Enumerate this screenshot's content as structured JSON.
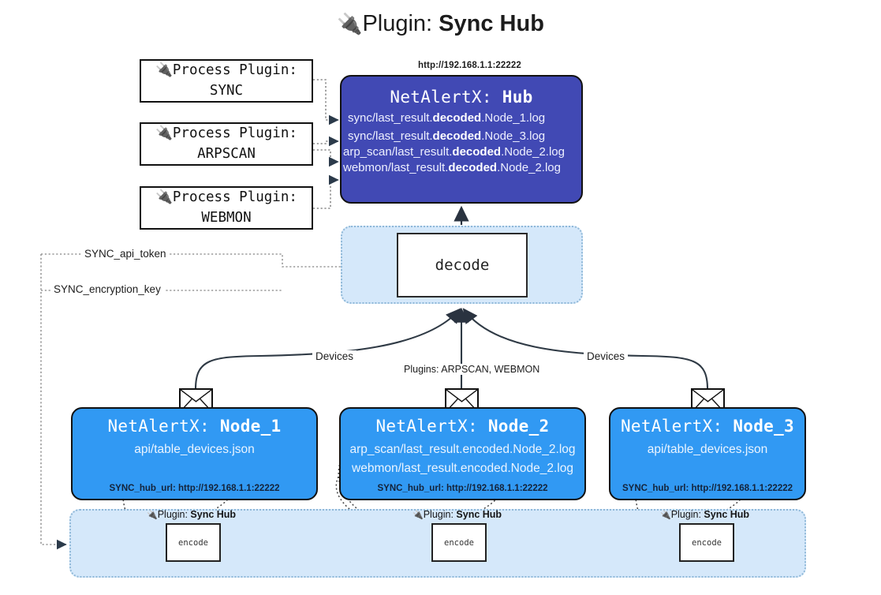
{
  "header": {
    "plug_icon": "electric-plug-icon",
    "prefix": "Plugin: ",
    "name": "Sync Hub"
  },
  "process_plugins": [
    {
      "line1": "Process Plugin:",
      "line2": "SYNC"
    },
    {
      "line1": "Process Plugin:",
      "line2": "ARPSCAN"
    },
    {
      "line1": "Process Plugin:",
      "line2": "WEBMON"
    }
  ],
  "hub": {
    "url": "http://192.168.1.1:22222",
    "title_prefix": "NetAlertX: ",
    "title_name": "Hub",
    "logs": [
      {
        "pre": "sync/last_result.",
        "em": "decoded",
        "post": ".Node_1.log"
      },
      {
        "pre": "sync/last_result.",
        "em": "decoded",
        "post": ".Node_3.log"
      },
      {
        "pre": "arp_scan/last_result.",
        "em": "decoded",
        "post": ".Node_2.log"
      },
      {
        "pre": "webmon/last_result.",
        "em": "decoded",
        "post": ".Node_2.log"
      }
    ]
  },
  "decode": {
    "label": "decode"
  },
  "settings": {
    "api_token": "SYNC_api_token",
    "encryption_key": "SYNC_encryption_key"
  },
  "edges": {
    "devices_left": "Devices",
    "devices_right": "Devices",
    "plugins_center": "Plugins: ARPSCAN, WEBMON"
  },
  "nodes": [
    {
      "title_prefix": "NetAlertX: ",
      "title_name": "Node_1",
      "lines": [
        "api/table_devices.json"
      ],
      "hub_url": "SYNC_hub_url: http://192.168.1.1:22222"
    },
    {
      "title_prefix": "NetAlertX: ",
      "title_name": "Node_2",
      "lines": [
        "arp_scan/last_result.encoded.Node_2.log",
        "webmon/last_result.encoded.Node_2.log"
      ],
      "hub_url": "SYNC_hub_url: http://192.168.1.1:22222"
    },
    {
      "title_prefix": "NetAlertX: ",
      "title_name": "Node_3",
      "lines": [
        "api/table_devices.json"
      ],
      "hub_url": "SYNC_hub_url: http://192.168.1.1:22222"
    }
  ],
  "encoders": [
    {
      "plugin_prefix": "Plugin: ",
      "plugin_name": "Sync Hub",
      "label": "encode"
    },
    {
      "plugin_prefix": "Plugin: ",
      "plugin_name": "Sync Hub",
      "label": "encode"
    },
    {
      "plugin_prefix": "Plugin: ",
      "plugin_name": "Sync Hub",
      "label": "encode"
    }
  ],
  "colors": {
    "hub_fill": "#4149b4",
    "node_fill": "#3199f3",
    "container_fill": "#d5e8fa",
    "container_border": "#8fb8d8",
    "stroke": "#111111"
  }
}
